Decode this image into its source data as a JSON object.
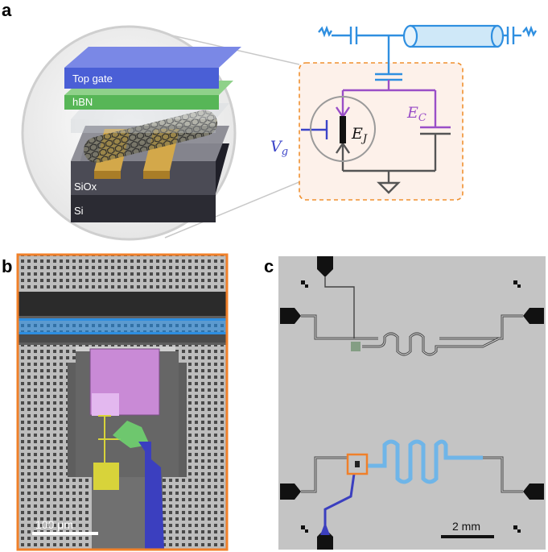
{
  "figure": {
    "panel_labels": {
      "a": "a",
      "b": "b",
      "c": "c"
    },
    "panel_a": {
      "layers": {
        "top_gate": "Top gate",
        "hbn": "hBN",
        "siox": "SiOx",
        "si": "Si"
      },
      "circuit": {
        "ec_main": "E",
        "ec_sub": "C",
        "ej_main": "E",
        "ej_sub": "J",
        "vg_main": "V",
        "vg_sub": "g"
      },
      "colors": {
        "circuit_blue": "#2f8fe0",
        "circuit_purple": "#9a4fc7",
        "gate_blue": "#3b44c8",
        "dashed_orange": "#f0902f",
        "top_gate": "#4a5fd6",
        "hbn": "#5cb85c"
      }
    },
    "panel_b": {
      "scale_bar": "100 μm",
      "colors": {
        "frame": "#f0802a",
        "feedline": "#2e8ee0",
        "pad": "#c98ad6",
        "junction_pad": "#d8d33a",
        "gate": "#3b3fbf",
        "flake": "#6fd26f"
      }
    },
    "panel_c": {
      "scale_bar": "2 mm",
      "colors": {
        "highlight_resonator": "#6fb5e8",
        "gate_line": "#3b3fbf",
        "box": "#f0802a"
      }
    }
  }
}
